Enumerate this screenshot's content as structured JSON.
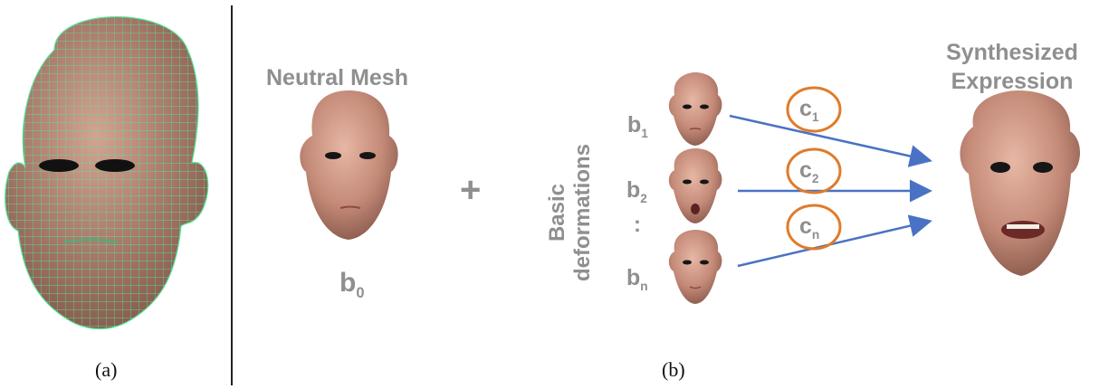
{
  "captions": {
    "a": "(a)",
    "b": "(b)"
  },
  "neutral": {
    "title": "Neutral Mesh",
    "label": "b",
    "label_sub": "0"
  },
  "plus": "+",
  "basic": {
    "line1": "Basic",
    "line2": "deformations"
  },
  "blendshapes": [
    {
      "label": "b",
      "sub": "1",
      "coef": "c",
      "coef_sub": "1"
    },
    {
      "label": "b",
      "sub": "2",
      "coef": "c",
      "coef_sub": "2"
    },
    {
      "label": "b",
      "sub": "n",
      "coef": "c",
      "coef_sub": "n"
    }
  ],
  "ellipsis": ":",
  "synth": {
    "line1": "Synthesized",
    "line2": "Expression"
  },
  "colors": {
    "skin": "#c99080",
    "wireframe": "#4ee89a",
    "arrow": "#4a72c4",
    "coef_ring": "#e07b2a",
    "label_gray": "#8f8f8f"
  }
}
